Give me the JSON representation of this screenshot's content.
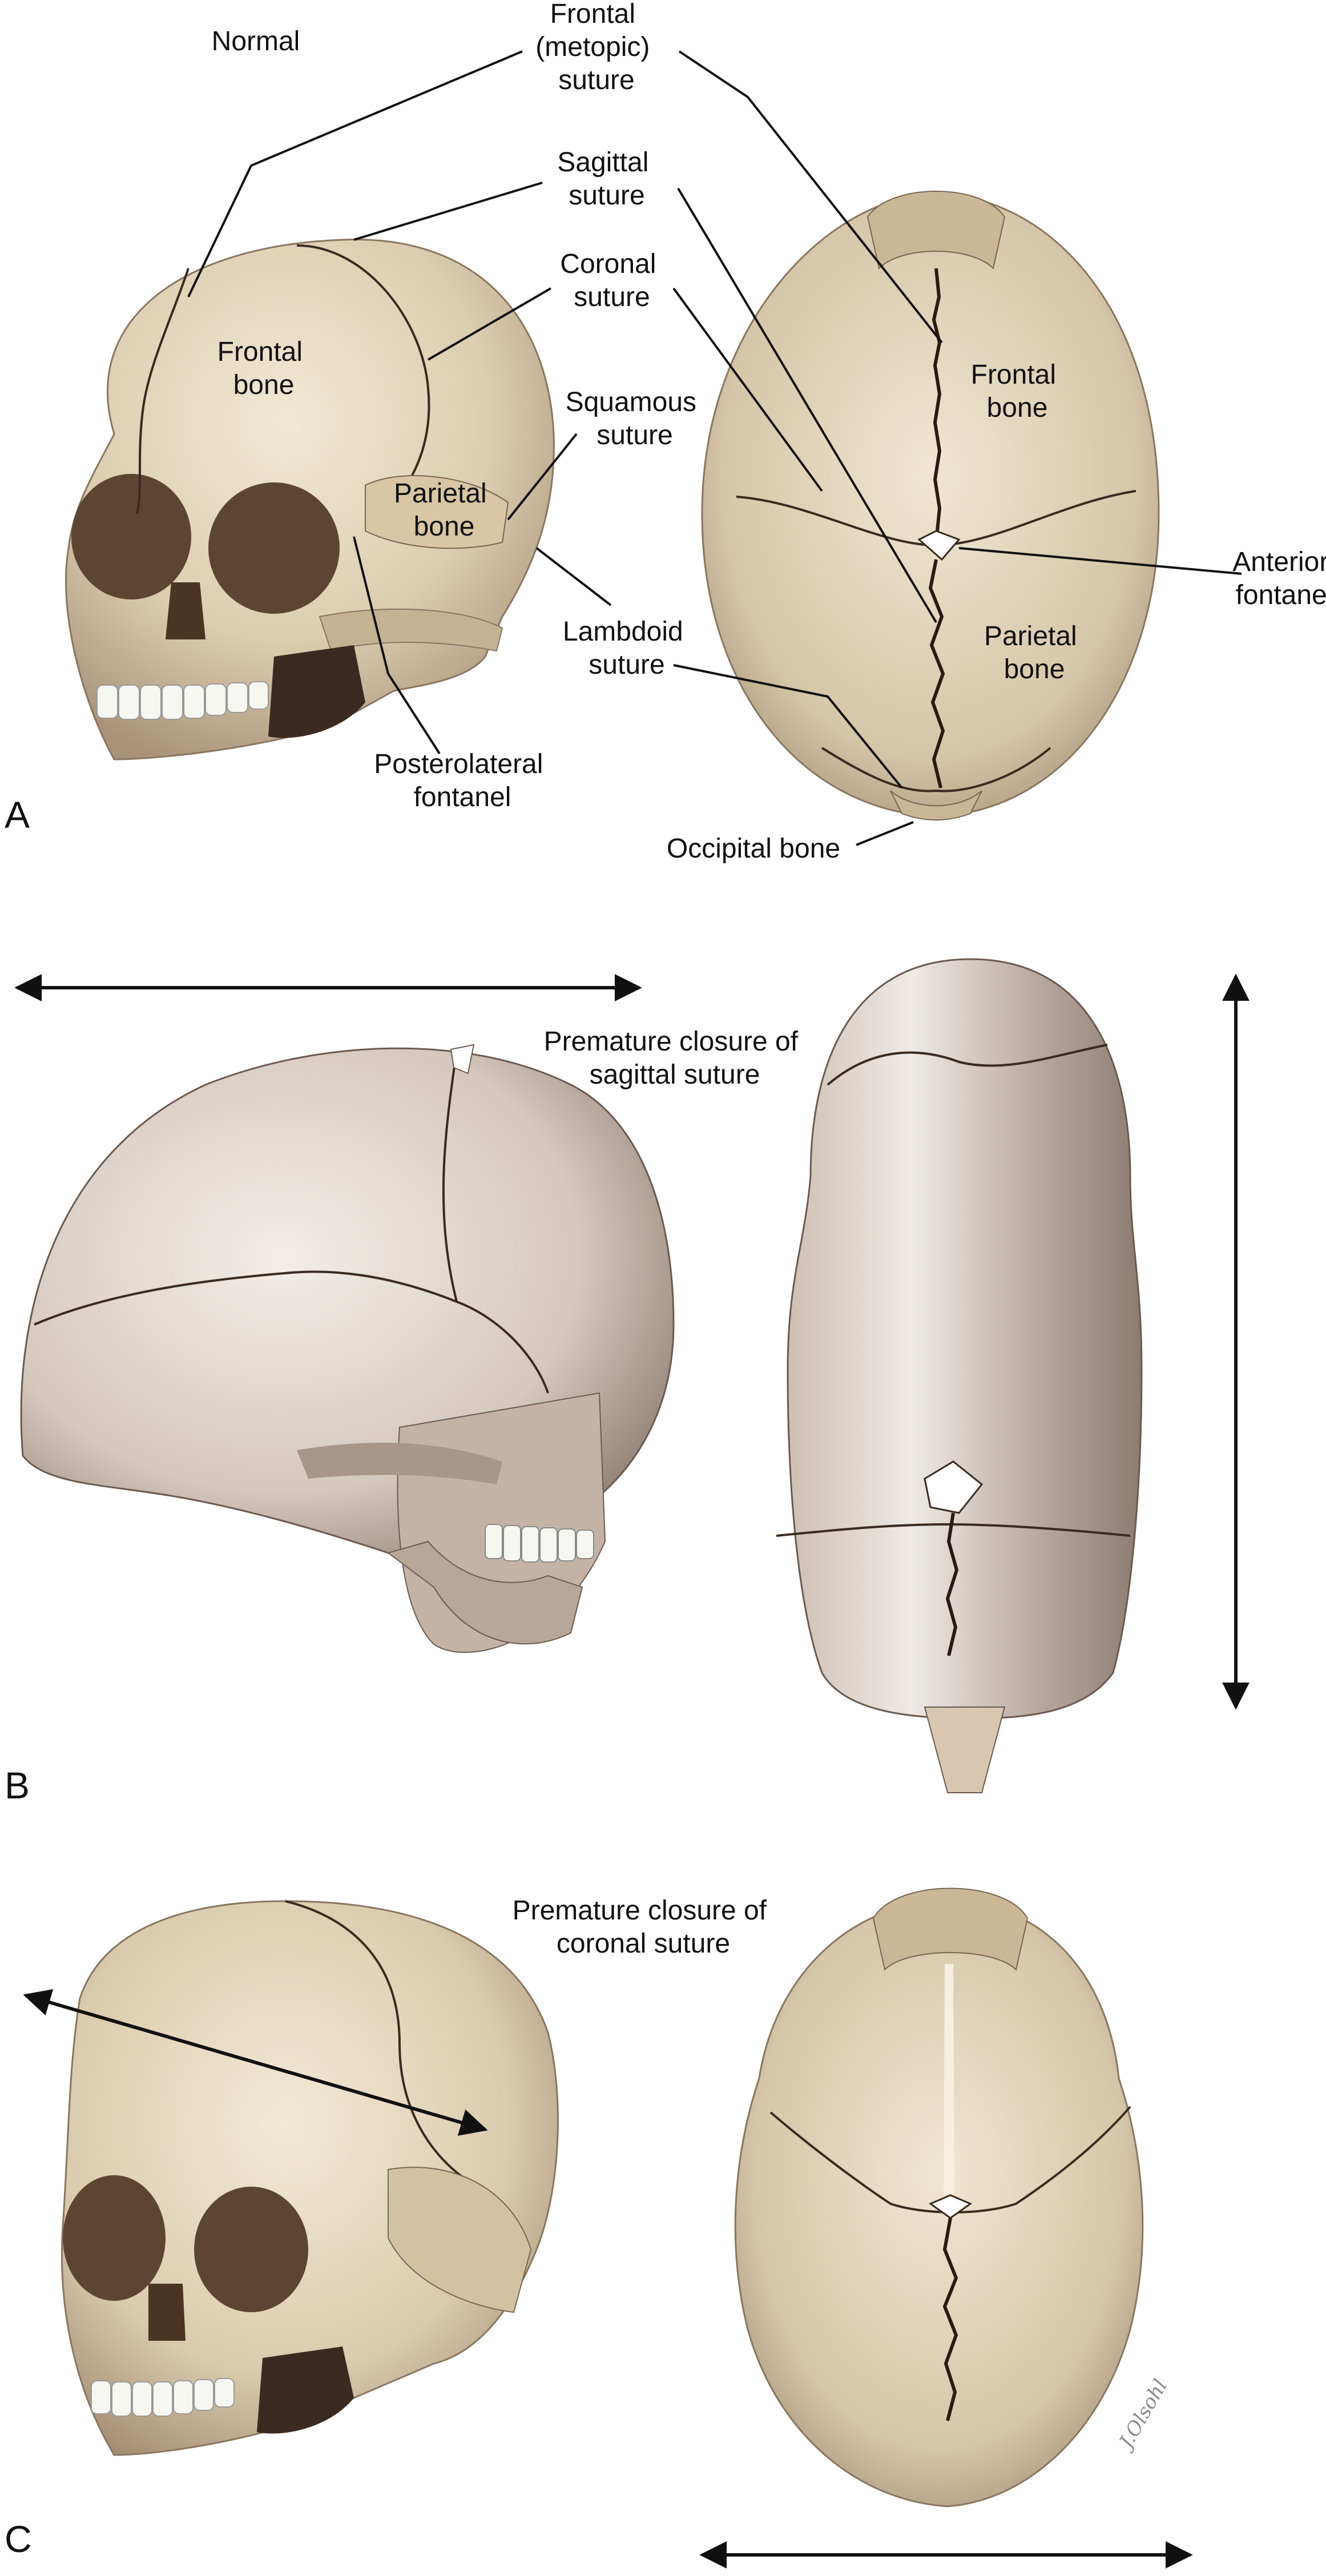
{
  "panels": {
    "a": "A",
    "b": "B",
    "c": "C"
  },
  "labels": {
    "normal": "Normal",
    "frontal_suture": [
      "Frontal",
      "(metopic)",
      "suture"
    ],
    "sagittal_suture": [
      "Sagittal",
      "suture"
    ],
    "coronal_suture": [
      "Coronal",
      "suture"
    ],
    "squamous_suture": [
      "Squamous",
      "suture"
    ],
    "frontal_bone_left": [
      "Frontal",
      "bone"
    ],
    "parietal_bone_left": [
      "Parietal",
      "bone"
    ],
    "lambdoid_suture": [
      "Lambdoid",
      "suture"
    ],
    "posterolateral_fontanel": [
      "Posterolateral",
      "fontanel"
    ],
    "frontal_bone_right": [
      "Frontal",
      "bone"
    ],
    "anterior_fontanel": [
      "Anterior",
      "fontanel"
    ],
    "parietal_bone_right": [
      "Parietal",
      "bone"
    ],
    "occipital_bone": "Occipital bone",
    "sagittal_closure": [
      "Premature closure of",
      "sagittal suture"
    ],
    "coronal_closure": [
      "Premature closure of",
      "coronal suture"
    ]
  },
  "signature": "J.Olsohl",
  "colors": {
    "bone_light": "#e6dbc4",
    "bone_mid": "#cdbd9f",
    "bone_dark": "#8e7a62",
    "teeth": "#f7f7f2",
    "b_bone_light": "#ebe5e0",
    "b_bone_dark": "#9c8c80"
  }
}
